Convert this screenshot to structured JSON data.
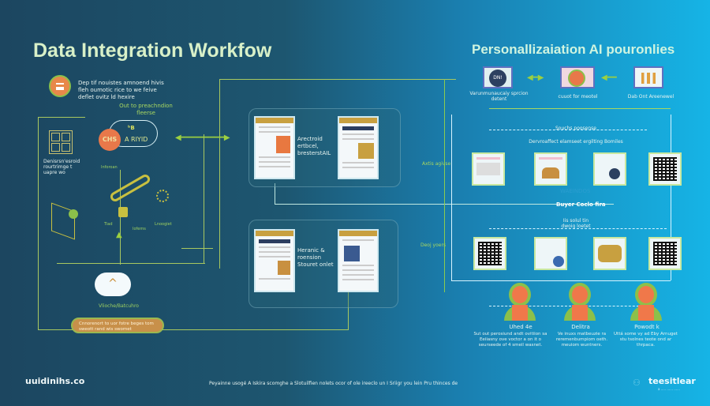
{
  "left": {
    "title": "Data Integration   Workfow",
    "intro_text": "Dep tif nouistes amnoend hivis fleh oumotic rice to we feive deflet ovitz ld hexire",
    "intro_sub": "Out to preachndion fleerse",
    "source_label": "Denisrsn'esroid rourtrimge t uapre wo",
    "cloud_badge": "CHS",
    "cloud_top": "ᵇB",
    "cloud_text": "A RIYID",
    "robot_labels": [
      "Inforoan",
      "Tiad",
      "Iofems",
      "Lnoogiet"
    ],
    "upload_label": "Vlioche/Batcuhro",
    "callout": "Cnnorenort to uor fotre beges tom sweott rand wis swomet",
    "panel1_text": "Arectroid ertbcel, bresterstAIL",
    "panel2_text": "Heranic & roension Stouret onlet",
    "side_label_1": "Axtis agivse",
    "side_label_2": "Deoj yoers",
    "brand": "uuidinihs.co",
    "footer": "Peyainne usogé A Iskira scomghe a Slotuilfien nolets ocor of ole ireeclo un I Sriigr you lein Pru thinces de"
  },
  "right": {
    "title": "Personallizaiation AI  pouronlies",
    "top_cards": [
      {
        "badge": "DN!",
        "label": "Varunmunaucaiy sprcion detent"
      },
      {
        "label": "cuuot for meotel"
      },
      {
        "label": "Dab Ont Areenewel"
      }
    ],
    "mid_label_1": "Souchs poosense",
    "mid_label_2": "Dervroaffect elamseet ergilting Bomiles",
    "windows_label": "WAEINDOS",
    "buyer_label": "Buyer Coclo fira",
    "buyer_sub": "Iis solul tin dwoig loetet",
    "personas": [
      {
        "name": "Uhed 4e",
        "desc": "Sut out perosiund andt ovitiion sa Eeiiasny ove voctor a on it o seurseede of 4 smeil wasnet."
      },
      {
        "name": "Delitra",
        "desc": "Ve inuxs matbeuzie ra reremenbumpiom oeth. meuiom wuntners."
      },
      {
        "name": "Powodt k",
        "desc": "Uttá some vy ad Eby Arnuget stu tsolnes teote ond ar thrpaca."
      }
    ],
    "logo": "teesitlear",
    "logo_sub": "a ..... ...... ......"
  },
  "colors": {
    "accent": "#a8c860",
    "orange": "#f0784a",
    "cyan": "#16b4e6"
  }
}
